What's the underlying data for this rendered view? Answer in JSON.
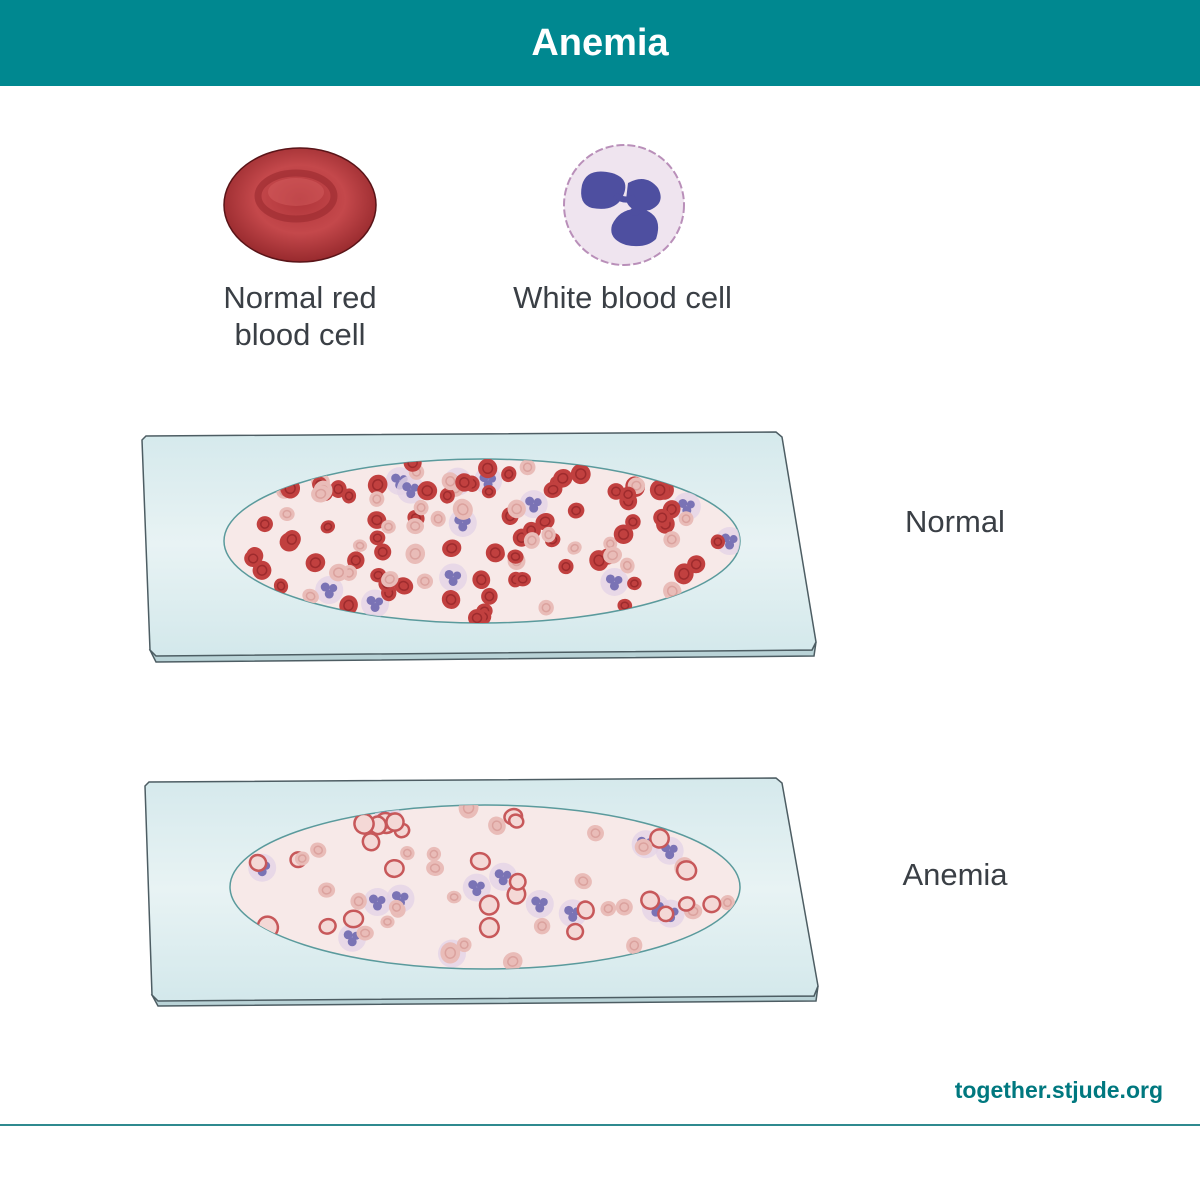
{
  "header": {
    "title": "Anemia"
  },
  "legend": {
    "red_cell_label": "Normal red blood cell",
    "red_cell_label_line1": "Normal red",
    "red_cell_label_line2": "blood cell",
    "white_cell_label": "White blood cell"
  },
  "slides": [
    {
      "label": "Normal",
      "red_cell_count": 110,
      "white_cell_count": 12
    },
    {
      "label": "Anemia",
      "red_cell_count": 55,
      "white_cell_count": 14
    }
  ],
  "footer": {
    "url": "together.stjude.org"
  },
  "colors": {
    "brand": "#008890",
    "red_cell": "#b83a3a",
    "white_cell_nucleus": "#4d4f9a",
    "slide_glass": "#dcecef"
  }
}
